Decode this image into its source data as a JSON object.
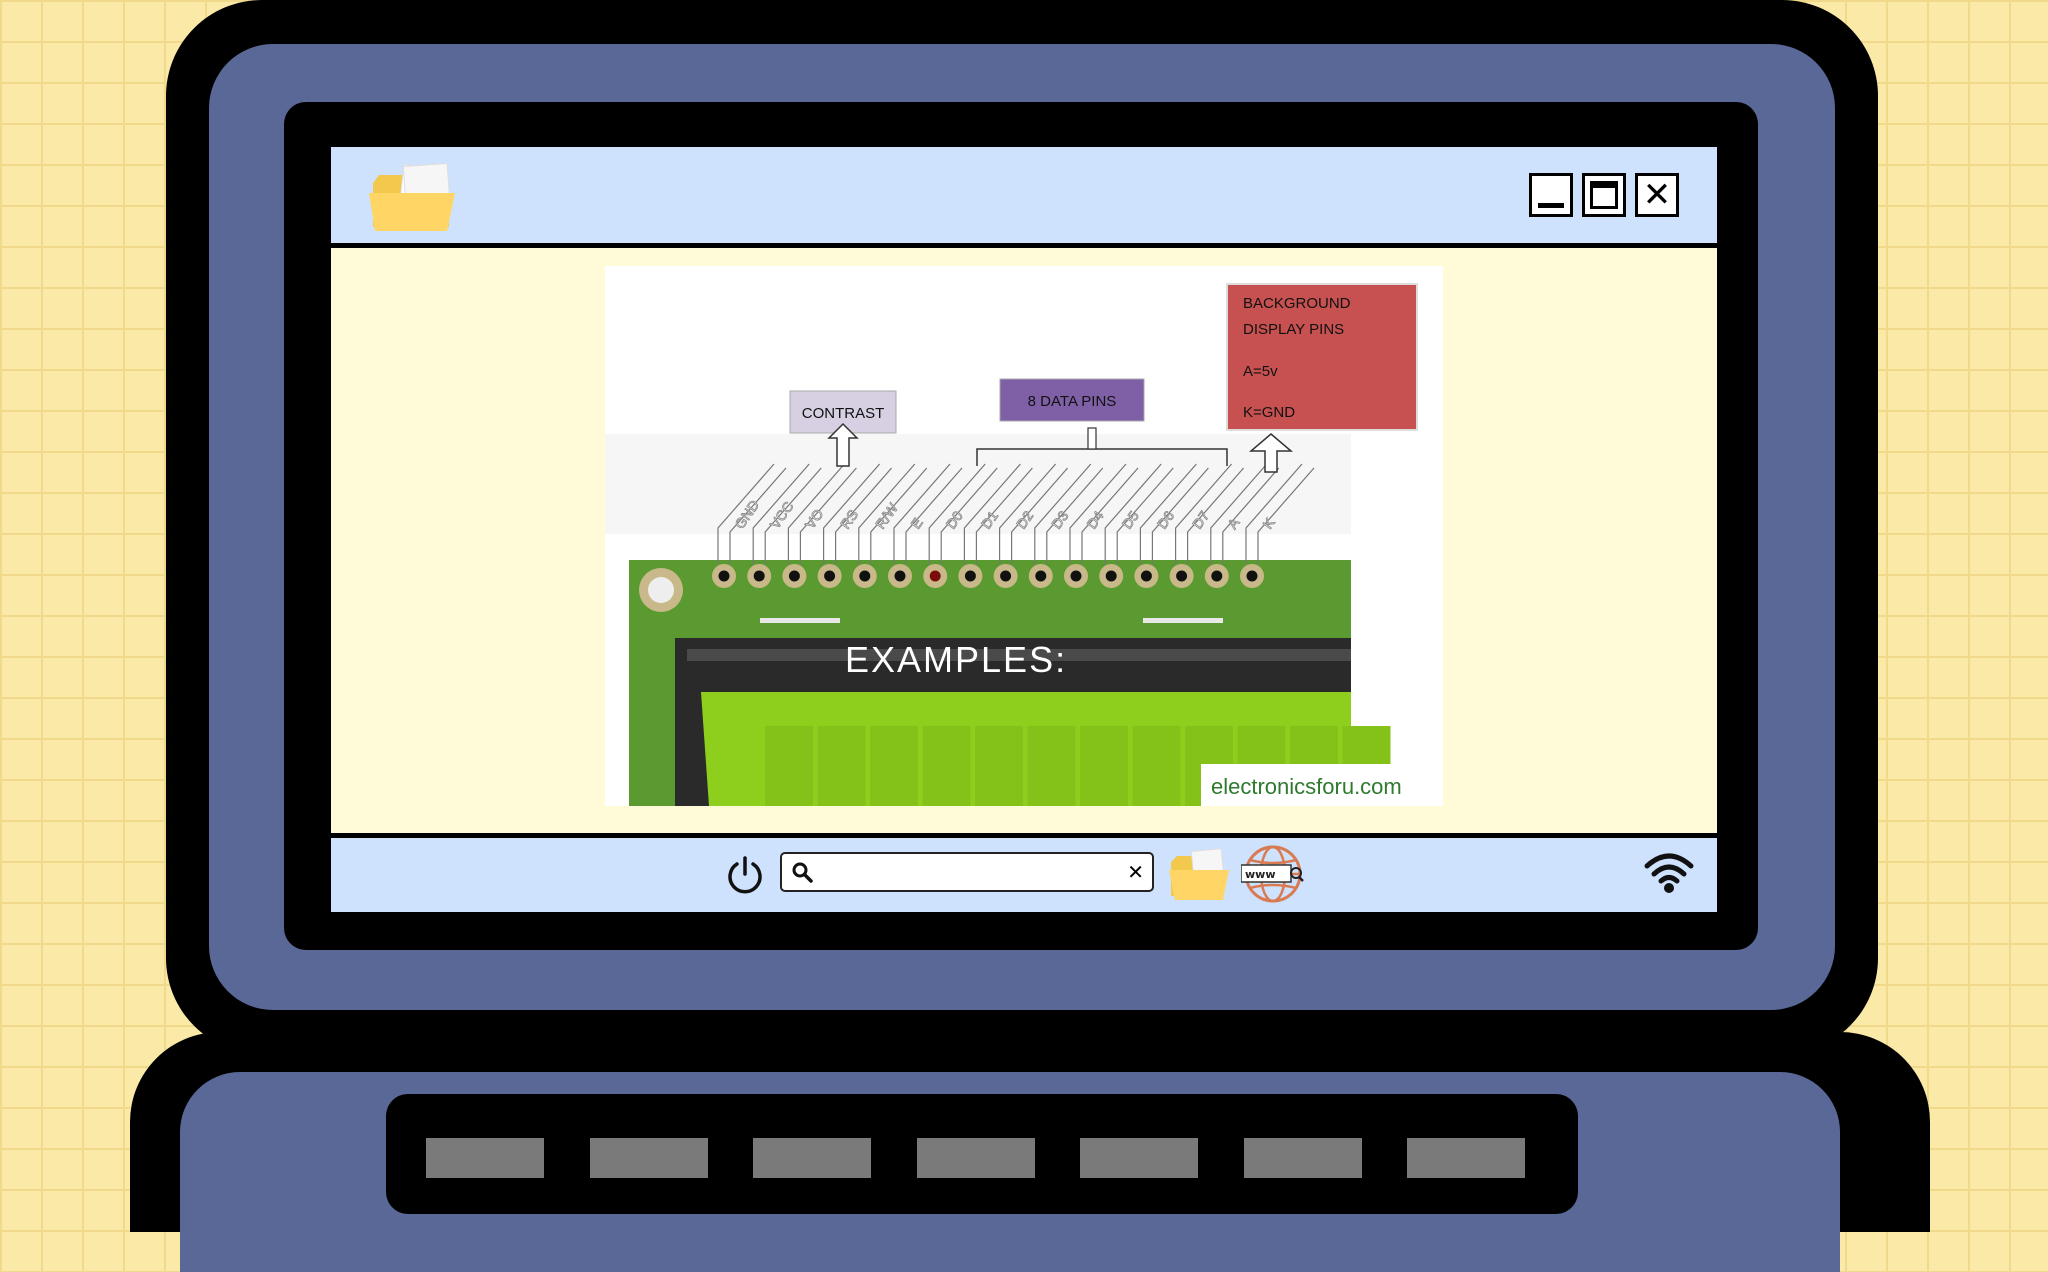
{
  "diagram": {
    "labels": {
      "contrast": "CONTRAST",
      "data_pins": "8 DATA PINS",
      "background": {
        "line1": "BACKGROUND",
        "line2": "DISPLAY PINS",
        "a": "A=5v",
        "k": "K=GND"
      }
    },
    "pins": [
      "GND",
      "VCC",
      "VO",
      "RS",
      "R/W",
      "E",
      "D0",
      "D1",
      "D2",
      "D3",
      "D4",
      "D5",
      "D6",
      "D7",
      "A",
      "K"
    ],
    "display_text": "EXAMPLES:",
    "watermark": "electronicsforu.com"
  },
  "taskbar": {
    "search": {
      "value": "",
      "placeholder": ""
    },
    "browser_icon_text": "www"
  },
  "colors": {
    "background": "#fbe9a8",
    "laptop": "#5a6898",
    "titlebar": "#cfe2fd",
    "window": "#fffad7",
    "pcb": "#5a9a30",
    "lcd": "#8ecf1e",
    "label_red": "#c75050",
    "label_purple": "#7f5fa6"
  }
}
